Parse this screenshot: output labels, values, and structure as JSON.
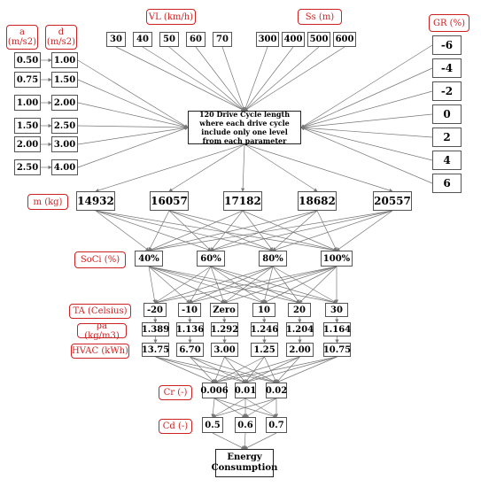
{
  "labels": {
    "a": "a\n(m/s2)",
    "d": "d\n(m/s2)",
    "vl": "VL (km/h)",
    "ss": "Ss (m)",
    "gr": "GR (%)",
    "m": "m (kg)",
    "soci": "SoCi (%)",
    "ta": "TA (Celsius)",
    "rho": "ρa (kg/m3)",
    "hvac": "HVAC (kWh)",
    "cr": "Cr (-)",
    "cd": "Cd (-)"
  },
  "a_values": [
    "0.50",
    "0.75",
    "1.00",
    "1.50",
    "2.00",
    "2.50"
  ],
  "d_values": [
    "1.00",
    "1.50",
    "2.00",
    "2.50",
    "3.00",
    "4.00"
  ],
  "vl_values": [
    "30",
    "40",
    "50",
    "60",
    "70"
  ],
  "ss_values": [
    "300",
    "400",
    "500",
    "600"
  ],
  "gr_values": [
    "-6",
    "-4",
    "-2",
    "0",
    "2",
    "4",
    "6"
  ],
  "center_text": "120 Drive Cycle length where each drive cycle include only one level from each parameter",
  "m_values": [
    "14932",
    "16057",
    "17182",
    "18682",
    "20557"
  ],
  "soci_values": [
    "40%",
    "60%",
    "80%",
    "100%"
  ],
  "ta_values": [
    "-20",
    "-10",
    "Zero",
    "10",
    "20",
    "30"
  ],
  "rho_values": [
    "1.389",
    "1.136",
    "1.292",
    "1.246",
    "1.204",
    "1.164"
  ],
  "hvac_values": [
    "13.75",
    "6.70",
    "3.00",
    "1.25",
    "2.00",
    "10.75"
  ],
  "cr_values": [
    "0.006",
    "0.01",
    "0.02"
  ],
  "cd_values": [
    "0.5",
    "0.6",
    "0.7"
  ],
  "energy_text": "Energy\nConsumption"
}
